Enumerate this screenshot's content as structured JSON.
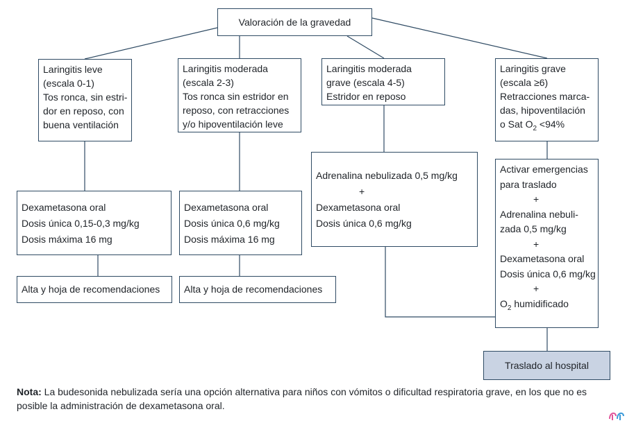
{
  "root": "Valoración de la gravedad",
  "categories": [
    {
      "lines": [
        "Laringitis leve",
        "(escala 0-1)",
        "Tos ronca, sin estri-",
        "dor en reposo, con",
        "buena ventilación"
      ]
    },
    {
      "lines": [
        "Laringitis moderada",
        "(escala 2-3)",
        "Tos ronca sin estridor en",
        "reposo, con retracciones",
        "y/o hipoventilación leve"
      ]
    },
    {
      "lines": [
        "Laringitis moderada",
        "grave (escala 4-5)",
        "Estridor en reposo"
      ]
    },
    {
      "lines": [
        "Laringitis grave",
        "(escala ≥6)",
        "Retracciones marca-",
        "das, hipoventilación"
      ],
      "sat_prefix": "o Sat O",
      "sat_sub": "2",
      "sat_suffix": " <94%"
    }
  ],
  "treatments": [
    {
      "lines": [
        "Dexametasona oral",
        "Dosis única 0,15-0,3 mg/kg",
        "Dosis máxima 16 mg"
      ]
    },
    {
      "lines": [
        "Dexametasona oral",
        "Dosis única 0,6 mg/kg",
        "Dosis máxima 16 mg"
      ]
    },
    {
      "lines": [
        "Adrenalina nebulizada 0,5 mg/kg",
        "+",
        "Dexametasona oral",
        "Dosis única 0,6 mg/kg"
      ]
    },
    {
      "lines": [
        "Activar emergencias",
        "para traslado",
        "+",
        "Adrenalina nebuli-",
        "zada 0,5 mg/kg",
        "+",
        "Dexametasona oral",
        "Dosis única 0,6 mg/kg",
        "+"
      ],
      "o2_prefix": "O",
      "o2_sub": "2",
      "o2_suffix": " humidificado"
    }
  ],
  "discharge": [
    "Alta y hoja de recomendaciones",
    "Alta y hoja de recomendaciones"
  ],
  "hospital": "Traslado al hospital",
  "note": {
    "label": "Nota:",
    "text": " La budesonida nebulizada sería una opción alternativa para niños con vómitos o dificultad respiratoria grave, en los que no es posible la administración de dexametasona oral."
  },
  "colors": {
    "border": "#2e4a63",
    "hospital_fill": "#c9d3e3"
  }
}
